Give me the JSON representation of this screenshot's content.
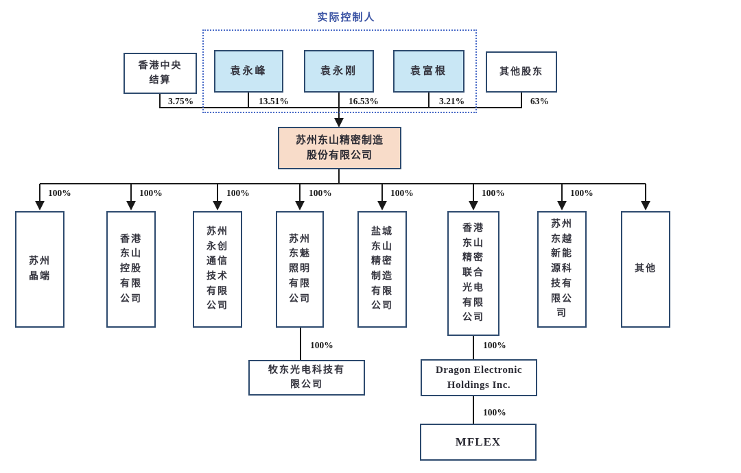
{
  "diagram": {
    "title": "实际控制人",
    "type": "ownership-structure-org-chart",
    "colors": {
      "controller_fill": "#c9e7f5",
      "parent_fill": "#f8dcc9",
      "box_border": "#2d4a6e",
      "dotted_group_border": "#4a6bc8",
      "title_text": "#3952a3",
      "connector_line": "#1a1a1a"
    },
    "top_row": {
      "hk_clearing": {
        "name_lines": [
          "香港中央",
          "结算"
        ],
        "pct": "3.75%"
      },
      "yuan_yongfeng": {
        "name_lines": [
          "袁永峰"
        ],
        "pct": "13.51%"
      },
      "yuan_yonggang": {
        "name_lines": [
          "袁永刚"
        ],
        "pct": "16.53%"
      },
      "yuan_fugen": {
        "name_lines": [
          "袁富根"
        ],
        "pct": "3.21%"
      },
      "other_shareholders": {
        "name_lines": [
          "其他股东"
        ],
        "pct": "63%"
      }
    },
    "parent_company": {
      "name_lines": [
        "苏州东山精密制造",
        "股份有限公司"
      ]
    },
    "subsidiaries": [
      {
        "name_lines": [
          "苏州",
          "晶端"
        ],
        "pct": "100%"
      },
      {
        "name_lines": [
          "香港",
          "东山",
          "控股",
          "有限",
          "公司"
        ],
        "pct": "100%"
      },
      {
        "name_lines": [
          "苏州",
          "永创",
          "通信",
          "技术",
          "有限",
          "公司"
        ],
        "pct": "100%"
      },
      {
        "name_lines": [
          "苏州",
          "东魅",
          "照明",
          "有限",
          "公司"
        ],
        "pct": "100%"
      },
      {
        "name_lines": [
          "盐城",
          "东山",
          "精密",
          "制造",
          "有限",
          "公司"
        ],
        "pct": "100%"
      },
      {
        "name_lines": [
          "香港",
          "东山",
          "精密",
          "联合",
          "光电",
          "有限",
          "公司"
        ],
        "pct": "100%"
      },
      {
        "name_lines": [
          "苏州",
          "东越",
          "新能",
          "源科",
          "技有",
          "限公",
          "司"
        ],
        "pct": "100%"
      },
      {
        "name_lines": [
          "其他"
        ],
        "pct": ""
      }
    ],
    "sub_subsidiaries": {
      "mutto": {
        "name_lines": [
          "牧东光电科技有",
          "限公司"
        ],
        "pct": "100%"
      },
      "dragon": {
        "name_lines": [
          "Dragon Electronic",
          "Holdings Inc."
        ],
        "pct": "100%"
      },
      "mflex": {
        "name_lines": [
          "MFLEX"
        ],
        "pct": "100%"
      }
    }
  }
}
